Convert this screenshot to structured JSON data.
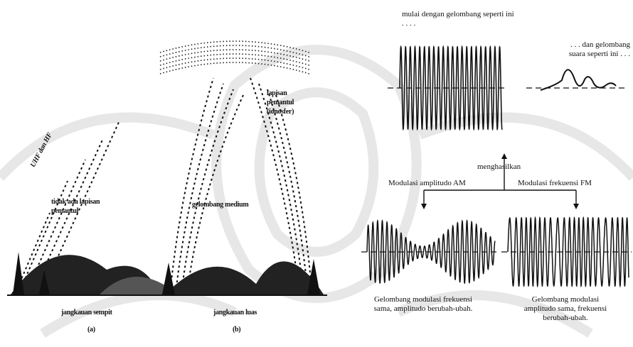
{
  "panel_a": {
    "rays_label": "UHF dan HF",
    "no_layer_label": "tidak ada lapisan pemantul",
    "range_label": "jangkauan sempit",
    "panel_label": "(a)"
  },
  "panel_b": {
    "layer_label": "lapisan pemantul (ionosfer)",
    "wave_label": "gelombang medium",
    "range_label": "jangkauan luas",
    "panel_label": "(b)"
  },
  "modulation": {
    "start_label": "mulai dengan gelombang seperti ini . . . .",
    "sound_label": ". . . dan gelombang suara seperti ini . . .",
    "produce_label": "menghasilkan",
    "am_label": "Modulasi amplitudo AM",
    "fm_label": "Modulasi frekuensi FM",
    "am_caption": "Gelombang modulasi frekuensi sama, amplitudo berubah-ubah.",
    "fm_caption": "Gelombang modulasi amplitudo sama, frekuensi berubah-ubah."
  },
  "colors": {
    "ink": "#111111",
    "paper": "#ffffff",
    "watermark": "#cfcfcf"
  }
}
